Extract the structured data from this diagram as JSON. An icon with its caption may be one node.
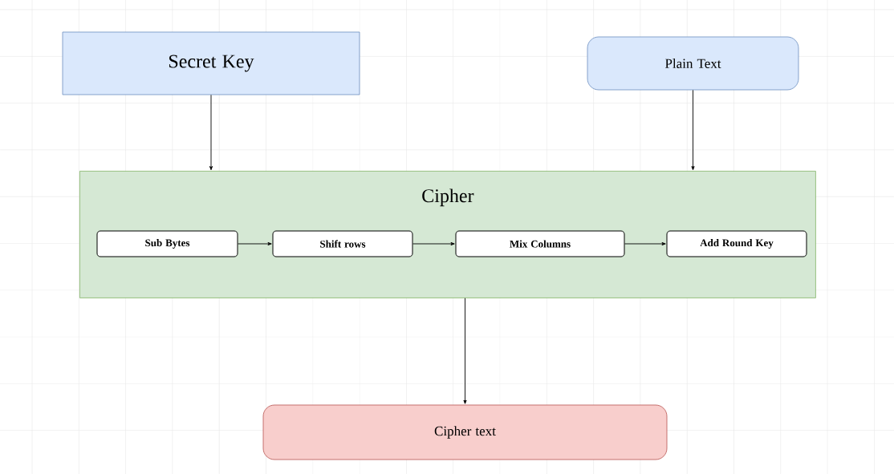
{
  "diagram": {
    "nodes": [
      {
        "text": [
          "Secret Key"
        ]
      },
      {
        "text": [
          "Plain Text"
        ]
      },
      {
        "text": [
          "Cipher"
        ]
      },
      {
        "text": [
          "Sub Bytes"
        ],
        "in": 2
      },
      {
        "text": [
          "Shift rows"
        ],
        "in": 2
      },
      {
        "text": [
          "Mix Columns"
        ],
        "in": 2
      },
      {
        "text": [
          "Add Round Key"
        ],
        "in": 2
      },
      {
        "text": [
          "Cipher text"
        ]
      }
    ],
    "edges": [
      {
        "from": 0,
        "to": 2,
        "arrow": "to"
      },
      {
        "from": 1,
        "to": 2,
        "arrow": "to"
      },
      {
        "from": 3,
        "to": 4,
        "arrow": "to"
      },
      {
        "from": 4,
        "to": 5,
        "arrow": "to"
      },
      {
        "from": 5,
        "to": 6,
        "arrow": "to"
      },
      {
        "from": 2,
        "to": 7,
        "arrow": "to"
      }
    ]
  }
}
